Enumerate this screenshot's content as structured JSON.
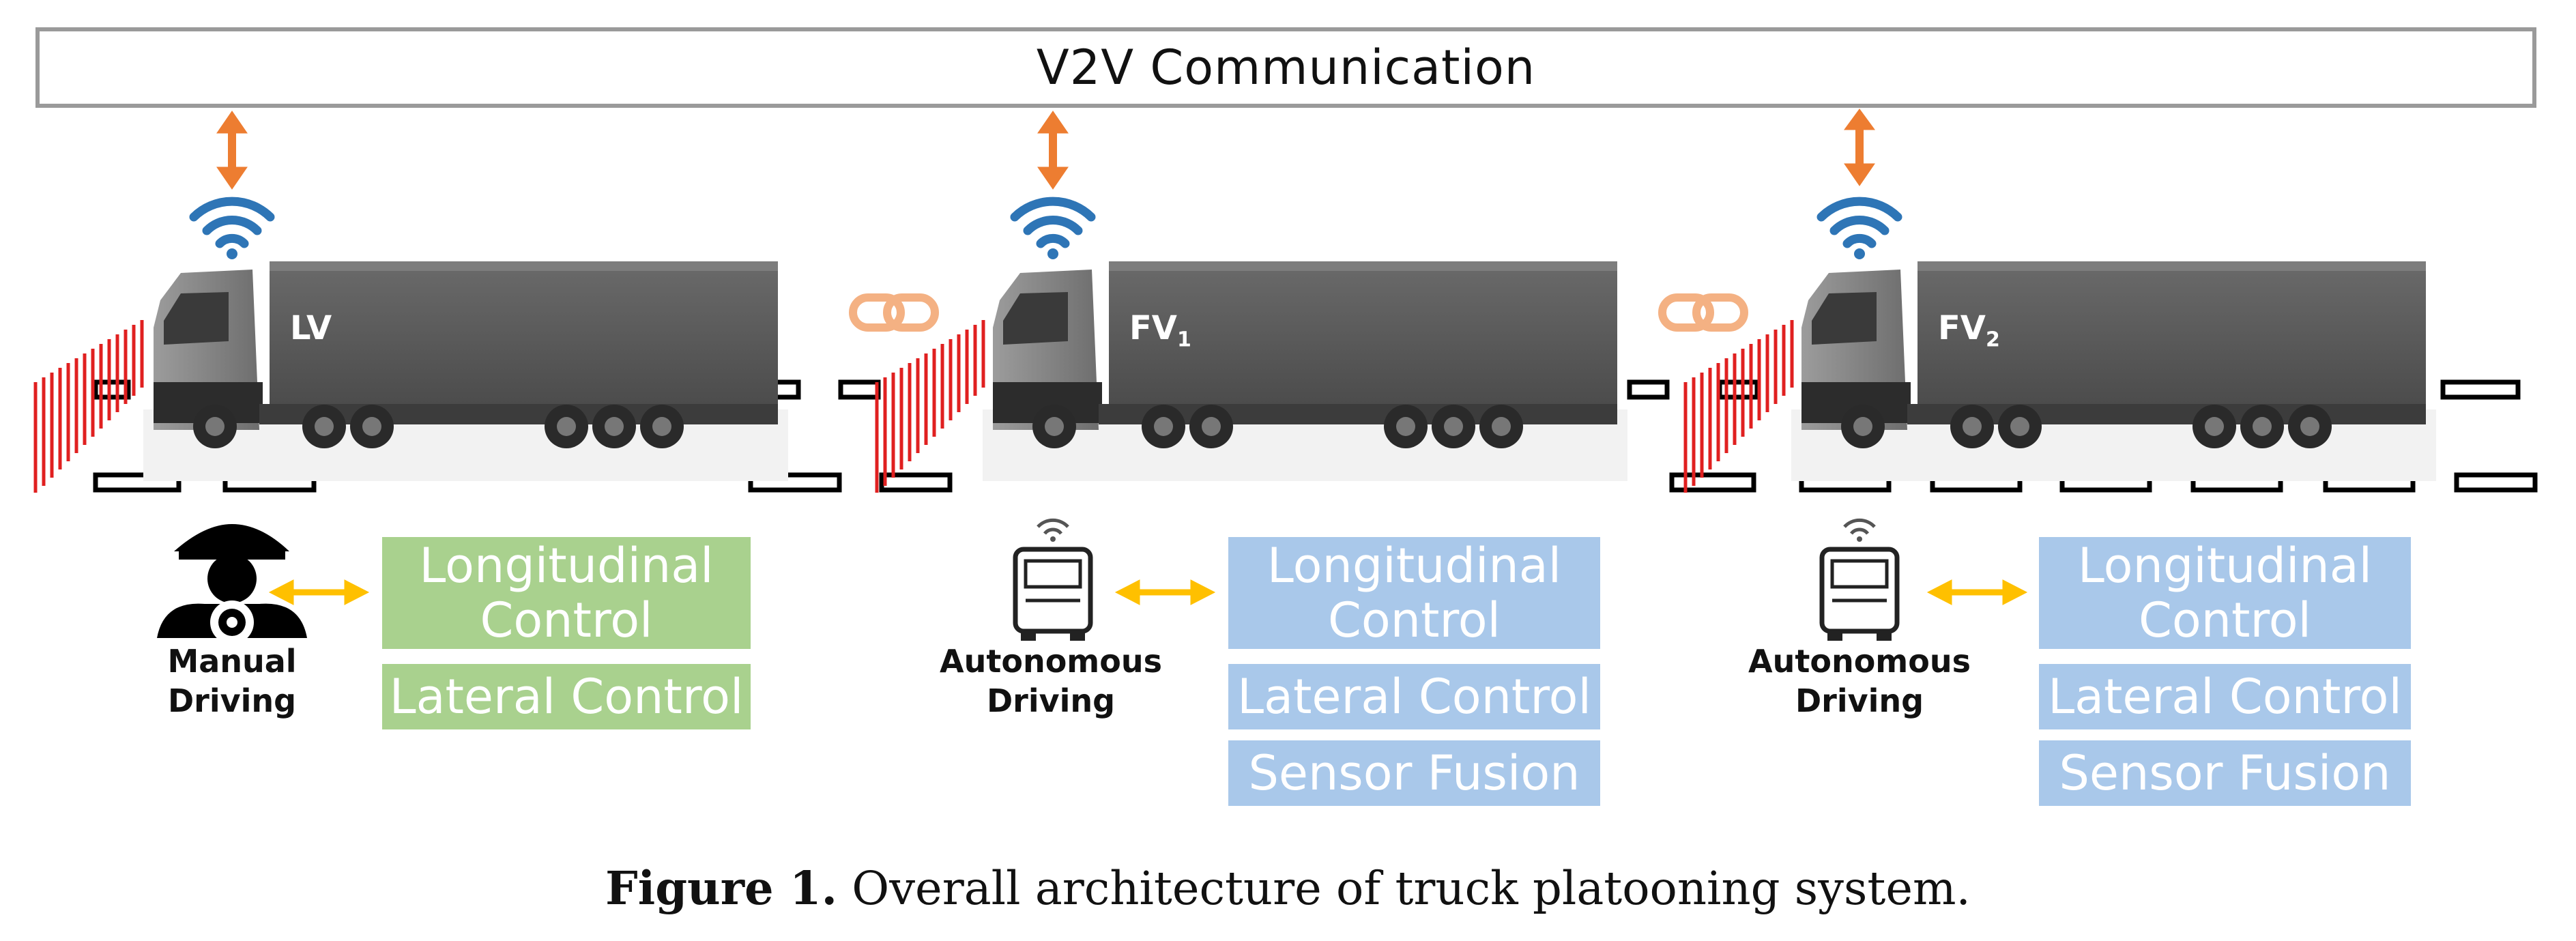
{
  "header": {
    "title": "V2V Communication"
  },
  "vehicles": [
    {
      "tag": "LV",
      "tag_sub": "",
      "mode": [
        "Manual",
        "Driving"
      ],
      "controls": [
        "Longitudinal Control",
        "Lateral Control"
      ],
      "control_color": "#a9d18e"
    },
    {
      "tag": "FV",
      "tag_sub": "1",
      "mode": [
        "Autonomous",
        "Driving"
      ],
      "controls": [
        "Longitudinal Control",
        "Lateral Control",
        "Sensor Fusion"
      ],
      "control_color": "#a9c8ea"
    },
    {
      "tag": "FV",
      "tag_sub": "2",
      "mode": [
        "Autonomous",
        "Driving"
      ],
      "controls": [
        "Longitudinal Control",
        "Lateral Control",
        "Sensor Fusion"
      ],
      "control_color": "#a9c8ea"
    }
  ],
  "caption": {
    "label": "Figure 1.",
    "text": "Overall architecture of truck platooning system."
  },
  "colors": {
    "arrow": "#ed7d31",
    "wifi": "#2e75b6",
    "link": "#f4b183",
    "double_arrow": "#ffc000",
    "sensor": "#e02020"
  },
  "icons": [
    "wifi-icon",
    "link-icon",
    "driver-icon",
    "autonomous-truck-icon"
  ]
}
